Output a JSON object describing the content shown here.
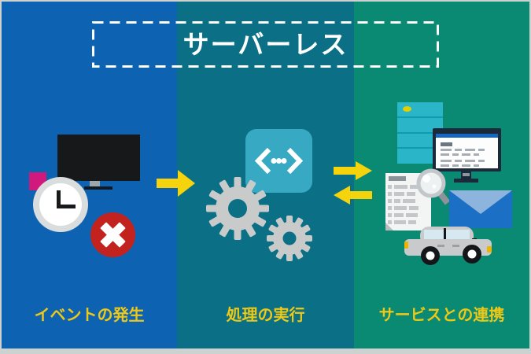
{
  "title": {
    "text": "サーバーレス"
  },
  "panels": [
    {
      "key": "event",
      "label": "イベントの発生",
      "color": "#0e62b2",
      "icons": [
        "monitor-icon",
        "clock-icon",
        "pink-square-icon",
        "error-x-icon"
      ]
    },
    {
      "key": "process",
      "label": "処理の実行",
      "color": "#0b7086",
      "icons": [
        "code-brackets-icon",
        "gear-large-icon",
        "gear-small-icon"
      ]
    },
    {
      "key": "services",
      "label": "サービスとの連携",
      "color": "#0a8a72",
      "icons": [
        "server-icon",
        "browser-monitor-icon",
        "document-icon",
        "magnifier-icon",
        "envelope-icon",
        "car-icon"
      ]
    }
  ],
  "arrows": [
    {
      "from": "event",
      "to": "process",
      "direction": "right"
    },
    {
      "from": "process",
      "to": "services",
      "direction": "right"
    },
    {
      "from": "services",
      "to": "process",
      "direction": "left"
    }
  ],
  "colors": {
    "panel_blue": "#0e62b2",
    "panel_teal": "#0b7086",
    "panel_green": "#0a8a72",
    "arrow_yellow": "#f5d30d",
    "label_yellow": "#ecc818",
    "title_text": "#ffffff",
    "frame_gray": "#ccd2cf",
    "code_box": "#37a9c2",
    "gear_gray": "#c9cbcb",
    "error_red": "#c3231e",
    "pink": "#d1187c",
    "server_cyan": "#2bb5c9",
    "envelope_blue": "#1b6fc4"
  }
}
